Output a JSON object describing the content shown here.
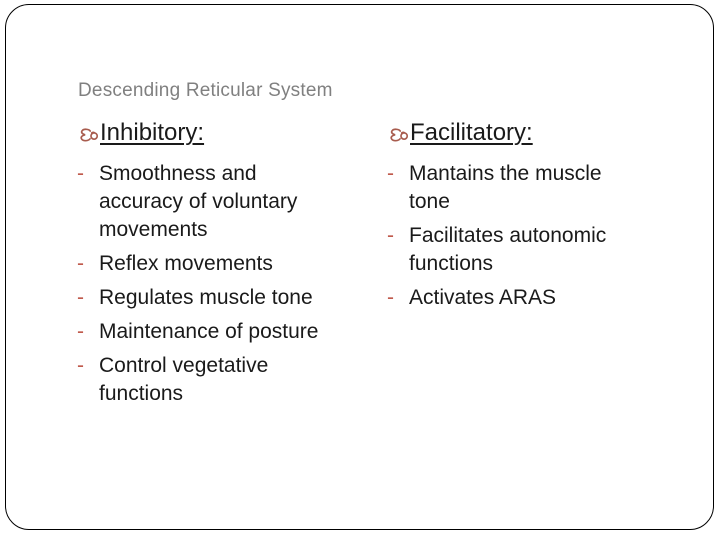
{
  "slide_title": "Descending Reticular System",
  "bullet_dash": "-",
  "columns": [
    {
      "header": "Inhibitory:",
      "items": [
        "Smoothness and accuracy of voluntary movements",
        "Reflex movements",
        "Regulates muscle tone",
        "Maintenance of posture",
        "Control vegetative functions"
      ]
    },
    {
      "header": "Facilitatory:",
      "items": [
        "Mantains the muscle tone",
        "Facilitates autonomic functions",
        "Activates ARAS"
      ]
    }
  ],
  "icons": {
    "header_bullet": "ornament-curl-icon"
  },
  "colors": {
    "background": "#FFFFFF",
    "border": "#000000",
    "title": "#808080",
    "body_text": "#1A1A1A",
    "dash": "#C05A4C",
    "ornament": "#A85C4E"
  }
}
